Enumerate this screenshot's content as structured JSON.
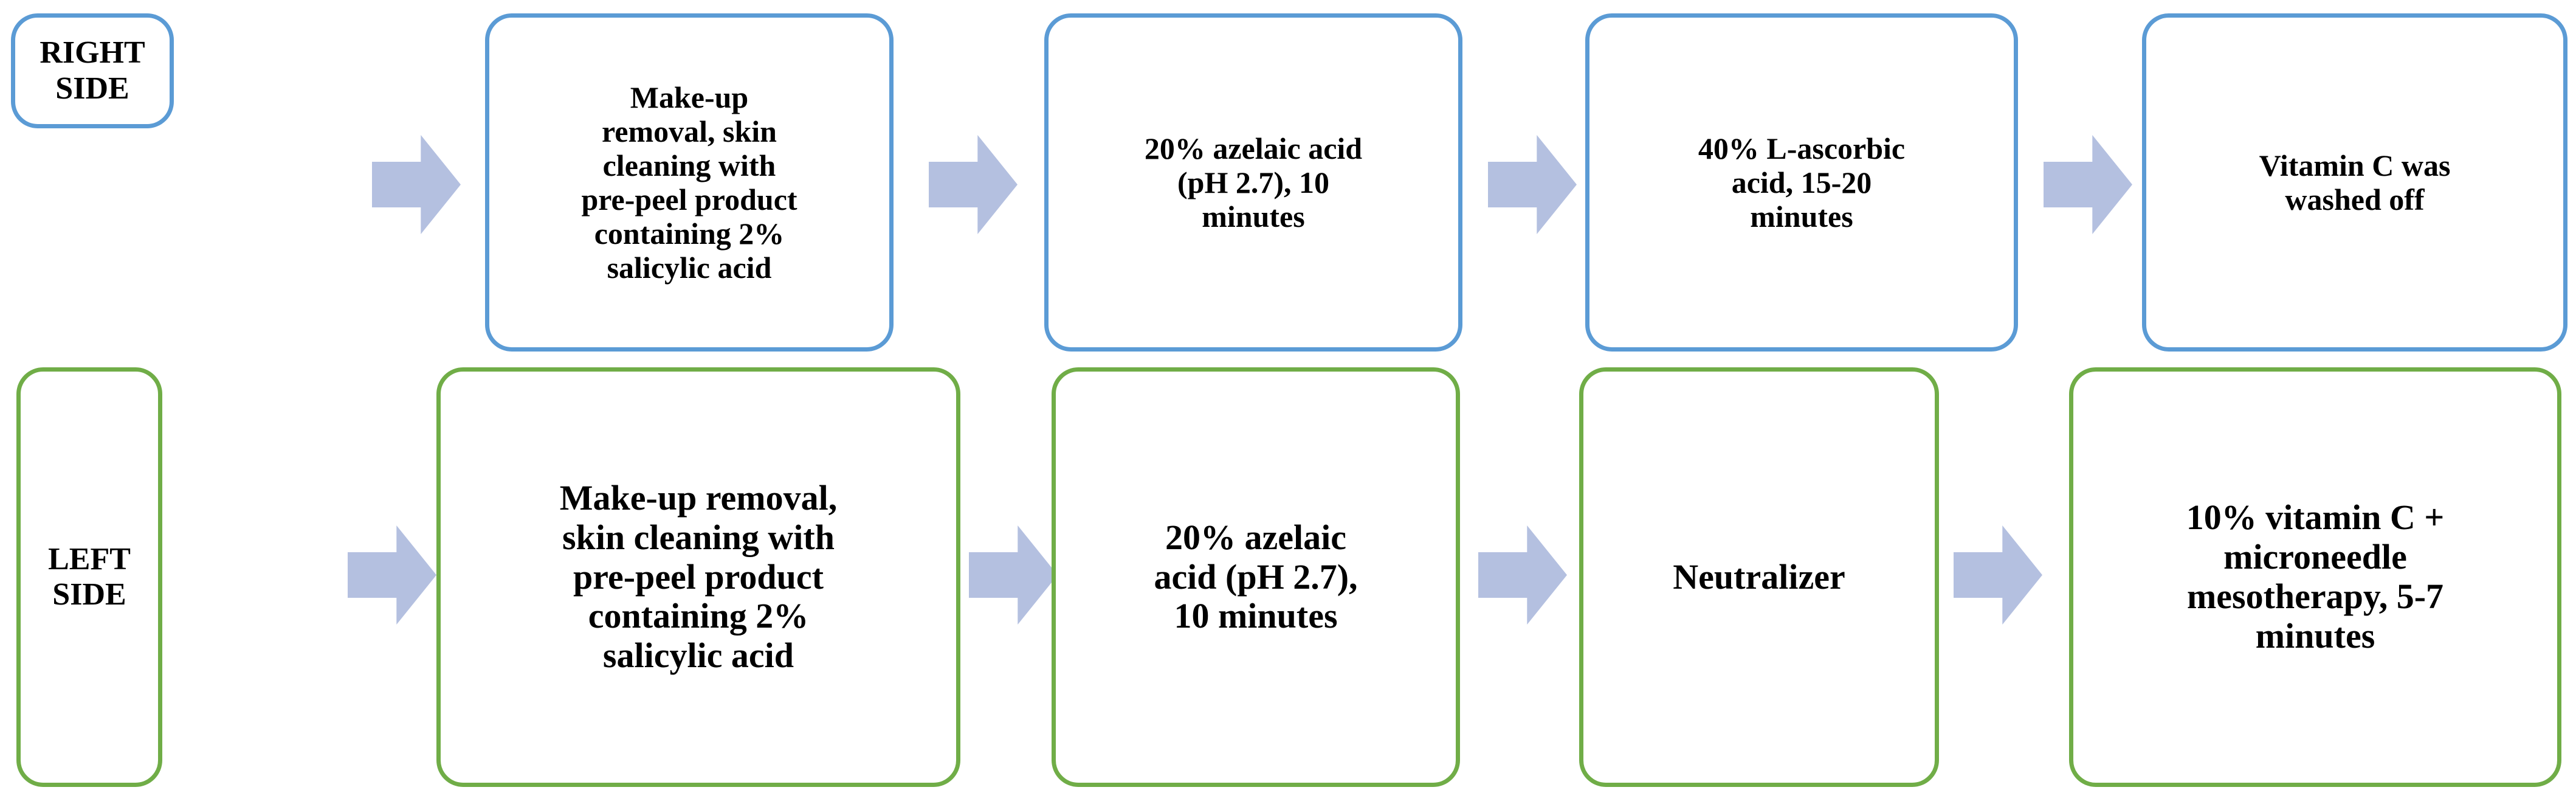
{
  "diagram": {
    "title": "Chemical peel treatment protocol flowchart",
    "colors": {
      "top_row_border": "#5B9BD5",
      "bottom_row_border": "#70AD47",
      "arrow_fill": "#B4C0E0",
      "text": "#000000",
      "background": "#FFFFFF"
    },
    "rows": [
      {
        "id": "right-side",
        "accent": "#5B9BD5",
        "nodes": [
          {
            "id": "right-side-label",
            "text": "RIGHT\nSIDE"
          },
          {
            "id": "right-cleansing",
            "text": "Make-up\nremoval, skin\ncleaning with\npre-peel product\ncontaining 2%\nsalicylic acid"
          },
          {
            "id": "right-azelaic",
            "text": "20% azelaic acid\n(pH 2.7), 10\nminutes"
          },
          {
            "id": "right-ascorbic",
            "text": "40% L-ascorbic\nacid, 15-20\nminutes"
          },
          {
            "id": "right-wash",
            "text": "Vitamin C was\nwashed off"
          }
        ],
        "connectors": [
          "arrow-right-1",
          "arrow-right-2",
          "arrow-right-3",
          "arrow-right-4"
        ]
      },
      {
        "id": "left-side",
        "accent": "#70AD47",
        "nodes": [
          {
            "id": "left-side-label",
            "text": "LEFT\nSIDE"
          },
          {
            "id": "left-cleansing",
            "text": "Make-up removal,\nskin cleaning with\npre-peel product\ncontaining 2%\nsalicylic acid"
          },
          {
            "id": "left-azelaic",
            "text": "20% azelaic\nacid (pH 2.7),\n10 minutes"
          },
          {
            "id": "left-neutralizer",
            "text": "Neutralizer"
          },
          {
            "id": "left-mesotherapy",
            "text": "10% vitamin C +\nmicroneedle\nmesotherapy, 5-7\nminutes"
          }
        ],
        "connectors": [
          "arrow-left-1",
          "arrow-left-2",
          "arrow-left-3",
          "arrow-left-4"
        ]
      }
    ]
  }
}
